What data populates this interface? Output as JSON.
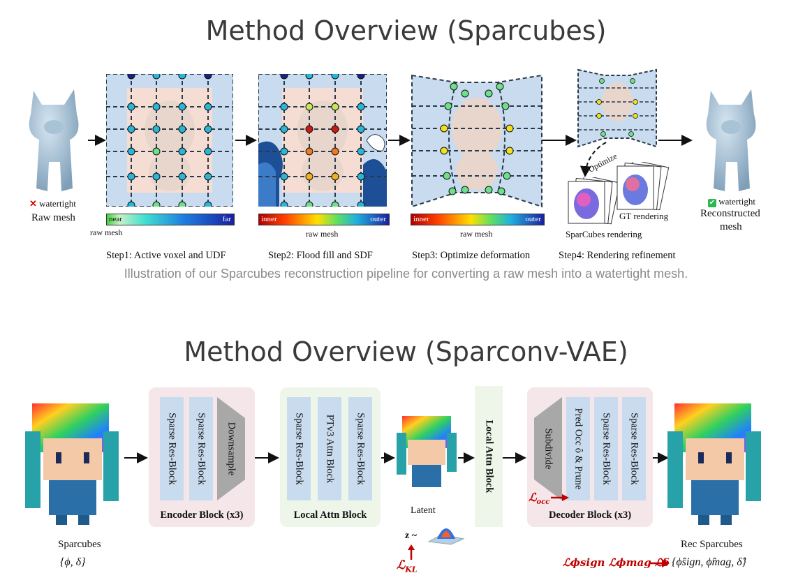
{
  "sparcubes": {
    "title": "Method Overview (Sparcubes)",
    "caption": "Illustration of our Sparcubes reconstruction pipeline for converting a raw mesh into a watertight mesh.",
    "raw_mesh_label": "Raw mesh",
    "raw_watertight_mark": "✕",
    "raw_watertight_label": "watertight",
    "recon_watertight_mark": "✔",
    "recon_watertight_label": "watertight",
    "recon_label_line1": "Reconstructed",
    "recon_label_line2": "mesh",
    "steps": [
      {
        "label": "Step1: Active voxel and UDF",
        "bar_left": "near",
        "bar_right": "far",
        "bar_marker": "raw mesh"
      },
      {
        "label": "Step2: Flood fill and SDF",
        "bar_left": "inner",
        "bar_right": "outer",
        "bar_marker": "raw mesh"
      },
      {
        "label": "Step3: Optimize deformation",
        "bar_left": "inner",
        "bar_right": "outer",
        "bar_marker": "raw mesh"
      },
      {
        "label": "Step4: Rendering refinement",
        "optimize": "Optimize",
        "render_label": "SparCubes rendering",
        "gt_label": "GT rendering"
      }
    ],
    "colors": {
      "cell_fill": "#c9dcef",
      "grid_line": "#2b3a4a",
      "body_tint": "#f6ddd3"
    }
  },
  "sparconv": {
    "title": "Method Overview (Sparconv-VAE)",
    "input_label": "Sparcubes",
    "input_math": "{ϕ, δ}",
    "encoder": {
      "title": "Encoder Block (x3)",
      "subs": [
        "Sparse Res-Block",
        "Sparse Res-Block"
      ],
      "downsample": "Downsample"
    },
    "local_attn": {
      "title": "Local Attn Block",
      "subs": [
        "Sparse Res-Block",
        "PTv3 Attn Block",
        "Sparse Res-Block"
      ]
    },
    "latent_label": "Latent",
    "z_label": "z ~",
    "kl_loss": "ℒ",
    "kl_sub": "KL",
    "middle_block": "Local Attn Block",
    "decoder": {
      "title": "Decoder Block (x3)",
      "subdivide": "Subdivide",
      "subs": [
        "Pred Occ ô & Prune",
        "Sparse Res-Block",
        "Sparse Res-Block"
      ],
      "occ_loss": "ℒ",
      "occ_sub": "occ"
    },
    "output_label": "Rec Sparcubes",
    "losses": "ℒϕsign ℒϕmag ℒδ",
    "output_math": "{ϕ̂sign, ϕ̂mag, δ̂}",
    "colors": {
      "encoder_bg": "#f5e6ea",
      "local_bg": "#eef6ea",
      "sub_bg": "#c9dcef",
      "loss": "#c00000"
    }
  }
}
